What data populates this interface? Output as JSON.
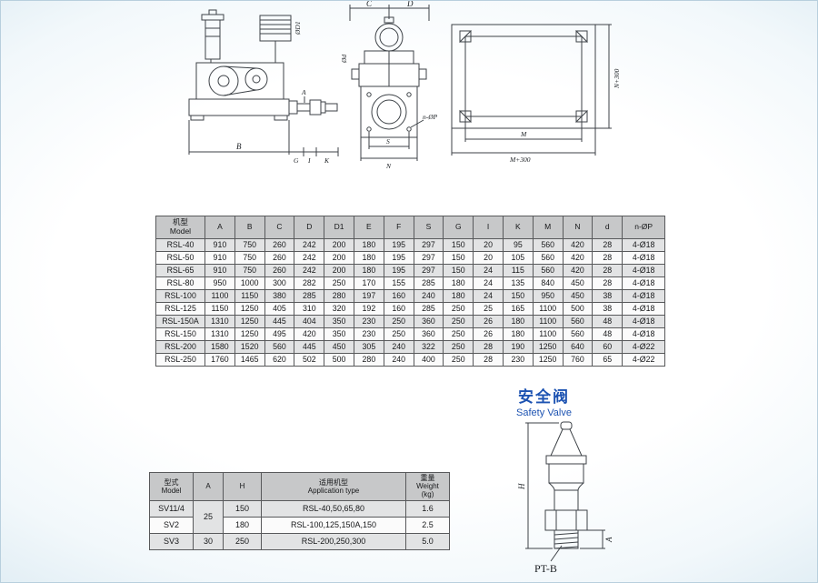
{
  "safety_valve": {
    "title_cn": "安全阀",
    "title_en": "Safety Valve",
    "labels": {
      "h": "H",
      "a": "A",
      "thread": "PT-B"
    }
  },
  "drawings": {
    "side": {
      "d1": "ØD1",
      "a": "A",
      "b": "B",
      "g": "G",
      "i": "I",
      "k": "K"
    },
    "front": {
      "c": "C",
      "d": "D",
      "dia": "Ød",
      "n_op": "n-ØP",
      "s": "S",
      "n": "N"
    },
    "plan": {
      "m": "M",
      "m300": "M+300",
      "n300": "N+300"
    }
  },
  "dimension_table": {
    "headers": [
      "机型\nModel",
      "A",
      "B",
      "C",
      "D",
      "D1",
      "E",
      "F",
      "S",
      "G",
      "I",
      "K",
      "M",
      "N",
      "d",
      "n-ØP"
    ],
    "rows": [
      [
        "RSL-40",
        "910",
        "750",
        "260",
        "242",
        "200",
        "180",
        "195",
        "297",
        "150",
        "20",
        "95",
        "560",
        "420",
        "28",
        "4-Ø18"
      ],
      [
        "RSL-50",
        "910",
        "750",
        "260",
        "242",
        "200",
        "180",
        "195",
        "297",
        "150",
        "20",
        "105",
        "560",
        "420",
        "28",
        "4-Ø18"
      ],
      [
        "RSL-65",
        "910",
        "750",
        "260",
        "242",
        "200",
        "180",
        "195",
        "297",
        "150",
        "24",
        "115",
        "560",
        "420",
        "28",
        "4-Ø18"
      ],
      [
        "RSL-80",
        "950",
        "1000",
        "300",
        "282",
        "250",
        "170",
        "155",
        "285",
        "180",
        "24",
        "135",
        "840",
        "450",
        "28",
        "4-Ø18"
      ],
      [
        "RSL-100",
        "1100",
        "1150",
        "380",
        "285",
        "280",
        "197",
        "160",
        "240",
        "180",
        "24",
        "150",
        "950",
        "450",
        "38",
        "4-Ø18"
      ],
      [
        "RSL-125",
        "1150",
        "1250",
        "405",
        "310",
        "320",
        "192",
        "160",
        "285",
        "250",
        "25",
        "165",
        "1100",
        "500",
        "38",
        "4-Ø18"
      ],
      [
        "RSL-150A",
        "1310",
        "1250",
        "445",
        "404",
        "350",
        "230",
        "250",
        "360",
        "250",
        "26",
        "180",
        "1100",
        "560",
        "48",
        "4-Ø18"
      ],
      [
        "RSL-150",
        "1310",
        "1250",
        "495",
        "420",
        "350",
        "230",
        "250",
        "360",
        "250",
        "26",
        "180",
        "1100",
        "560",
        "48",
        "4-Ø18"
      ],
      [
        "RSL-200",
        "1580",
        "1520",
        "560",
        "445",
        "450",
        "305",
        "240",
        "322",
        "250",
        "28",
        "190",
        "1250",
        "640",
        "60",
        "4-Ø22"
      ],
      [
        "RSL-250",
        "1760",
        "1465",
        "620",
        "502",
        "500",
        "280",
        "240",
        "400",
        "250",
        "28",
        "230",
        "1250",
        "760",
        "65",
        "4-Ø22"
      ]
    ]
  },
  "valve_table": {
    "headers": [
      "型式\nModel",
      "A",
      "H",
      "适用机型\nApplication type",
      "重量\nWeight\n(kg)"
    ],
    "rows": [
      [
        "SV11/4",
        {
          "text": "25",
          "rowspan": 2
        },
        "150",
        "RSL-40,50,65,80",
        "1.6"
      ],
      [
        "SV2",
        null,
        "180",
        "RSL-100,125,150A,150",
        "2.5"
      ],
      [
        "SV3",
        "30",
        "250",
        "RSL-200,250,300",
        "5.0"
      ]
    ]
  }
}
